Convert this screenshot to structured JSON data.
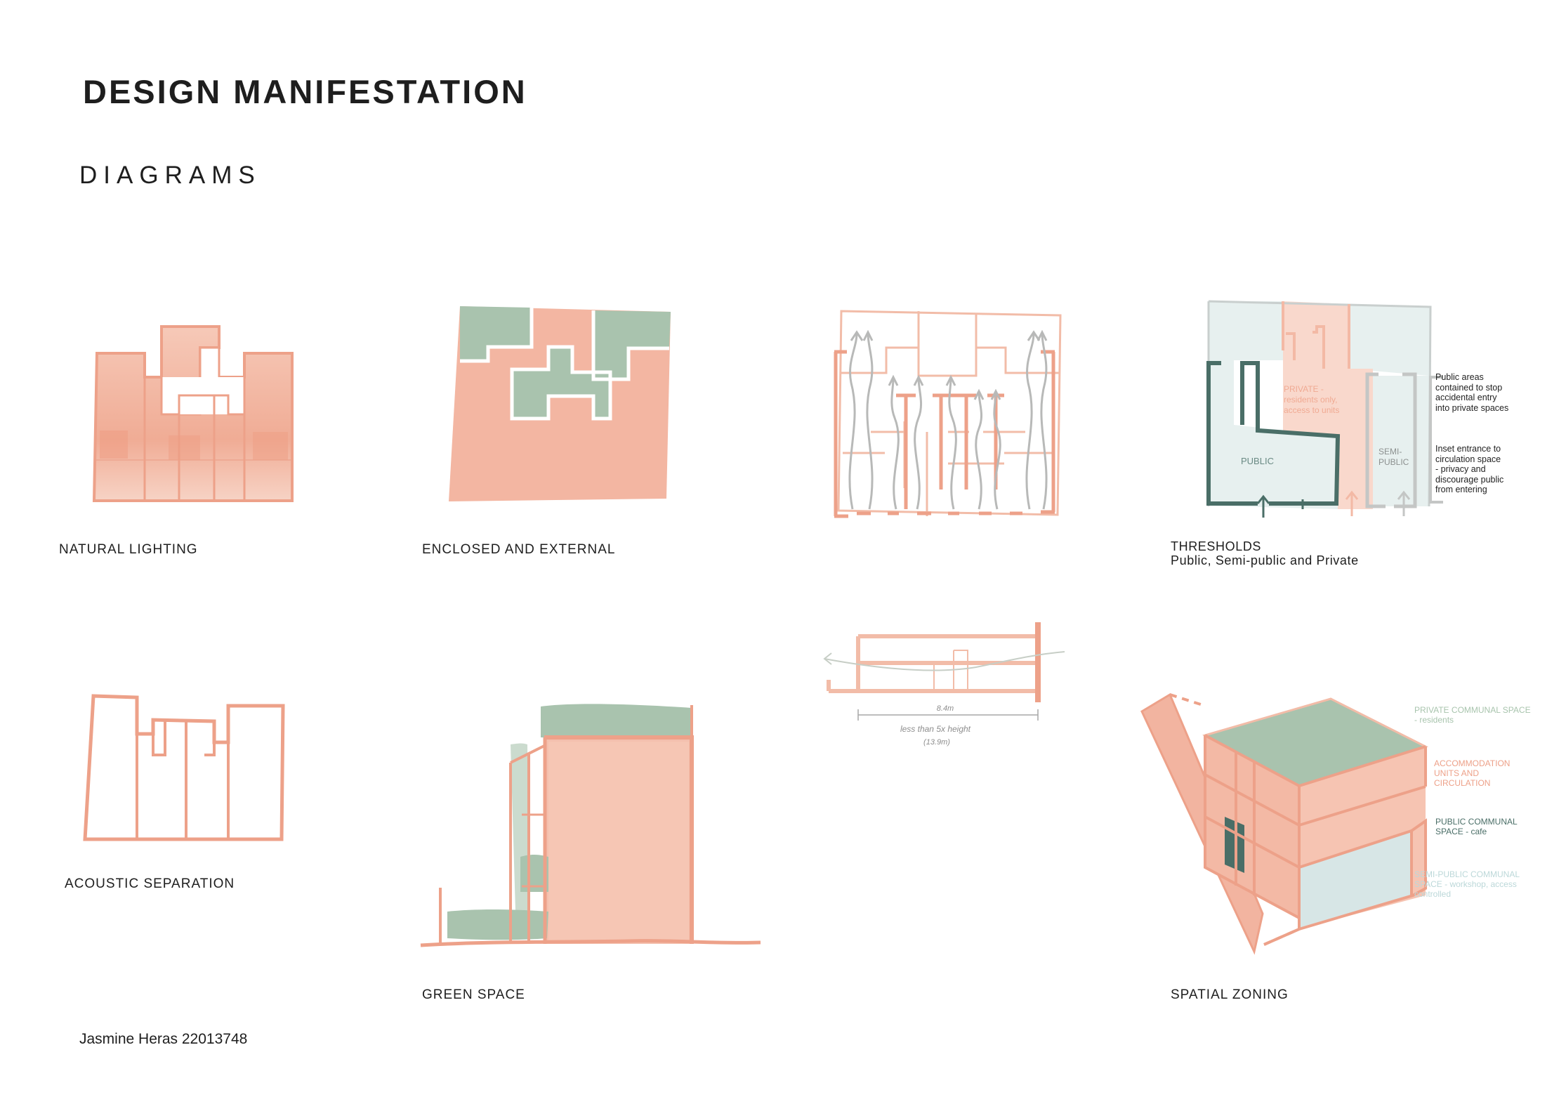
{
  "page": {
    "title": "DESIGN MANIFESTATION",
    "subtitle": "DIAGRAMS",
    "author": "Jasmine Heras 22013748"
  },
  "colors": {
    "salmon": "#eda189",
    "salmon_fill": "#f3b9a5",
    "sage": "#9dbba4",
    "dark_teal": "#4a6e67",
    "pale_blue_grey": "#dce8e6",
    "grey": "#c4c6c5"
  },
  "diagrams": {
    "natural_lighting": {
      "caption": "NATURAL LIGHTING"
    },
    "enclosed_external": {
      "caption": "ENCLOSED AND EXTERNAL"
    },
    "ventilation": {},
    "thresholds": {
      "caption": "THRESHOLDS",
      "subcaption": "Public, Semi-public and Private",
      "labels": {
        "private_title": "PRIVATE -",
        "private_line2": "residents only,",
        "private_line3": "access to units",
        "public": "PUBLIC",
        "semi_line1": "SEMI-",
        "semi_line2": "PUBLIC"
      },
      "notes": {
        "note1": [
          "Public areas",
          "contained to stop",
          "accidental entry",
          "into private spaces"
        ],
        "note2": [
          "Inset entrance to",
          "circulation space",
          "- privacy and",
          "discourage public",
          "from entering"
        ]
      }
    },
    "acoustic_separation": {
      "caption": "ACOUSTIC SEPARATION"
    },
    "green_space": {
      "caption": "GREEN SPACE"
    },
    "section": {
      "dimension": "8.4m",
      "note_line1": "less than 5x height",
      "note_line2": "(13.9m)"
    },
    "spatial_zoning": {
      "caption": "SPATIAL ZONING",
      "legend": [
        {
          "lines": [
            "PRIVATE COMMUNAL SPACE",
            "- residents"
          ],
          "color": "#a8c4ad"
        },
        {
          "lines": [
            "ACCOMMODATION",
            "UNITS AND",
            "CIRCULATION"
          ],
          "color": "#eda189"
        },
        {
          "lines": [
            "PUBLIC COMMUNAL",
            "SPACE - cafe"
          ],
          "color": "#4a6e67"
        },
        {
          "lines": [
            "SEMI-PUBLIC COMMUNAL",
            "SPACE - workshop, access",
            "controlled"
          ],
          "color": "#bcd8d9"
        }
      ]
    }
  }
}
